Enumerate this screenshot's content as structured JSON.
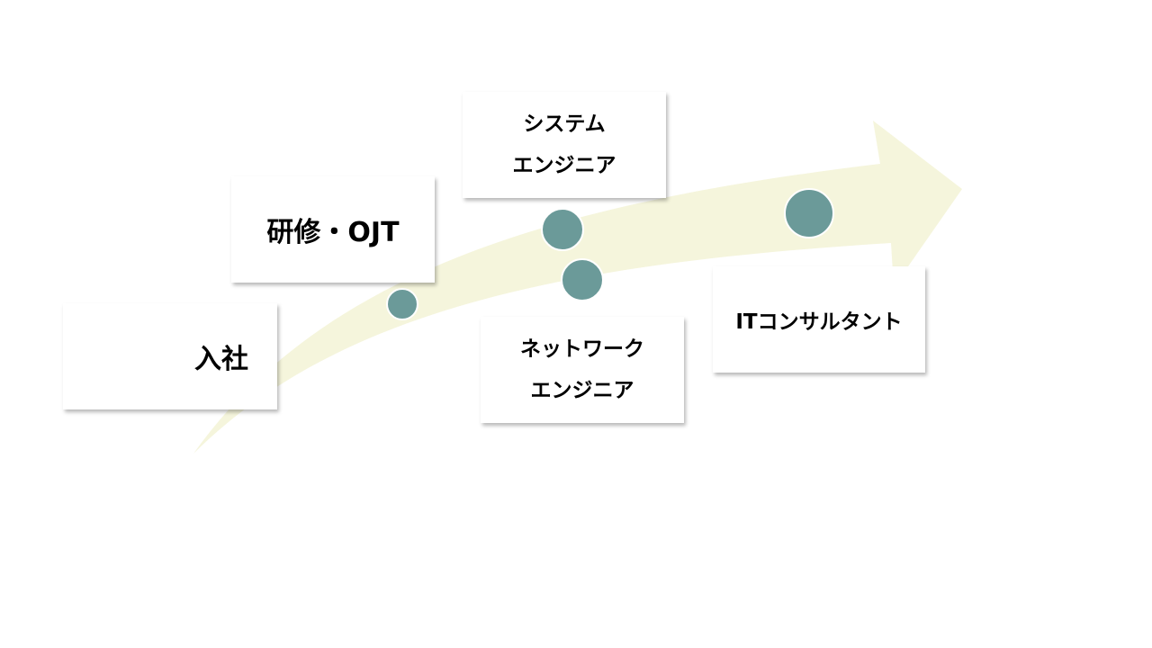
{
  "colors": {
    "arrow_fill": "#f5f5dc",
    "marker_fill": "#6b9a99",
    "marker_stroke": "#ffffff"
  },
  "stages": {
    "join": {
      "lines": [
        "入社"
      ]
    },
    "training": {
      "lines": [
        "研修・OJT"
      ]
    },
    "system_engineer": {
      "lines": [
        "システム",
        "エンジニア"
      ]
    },
    "network_engineer": {
      "lines": [
        "ネットワーク",
        "エンジニア"
      ]
    },
    "it_consultant": {
      "lines": [
        "ITコンサルタント"
      ]
    }
  }
}
